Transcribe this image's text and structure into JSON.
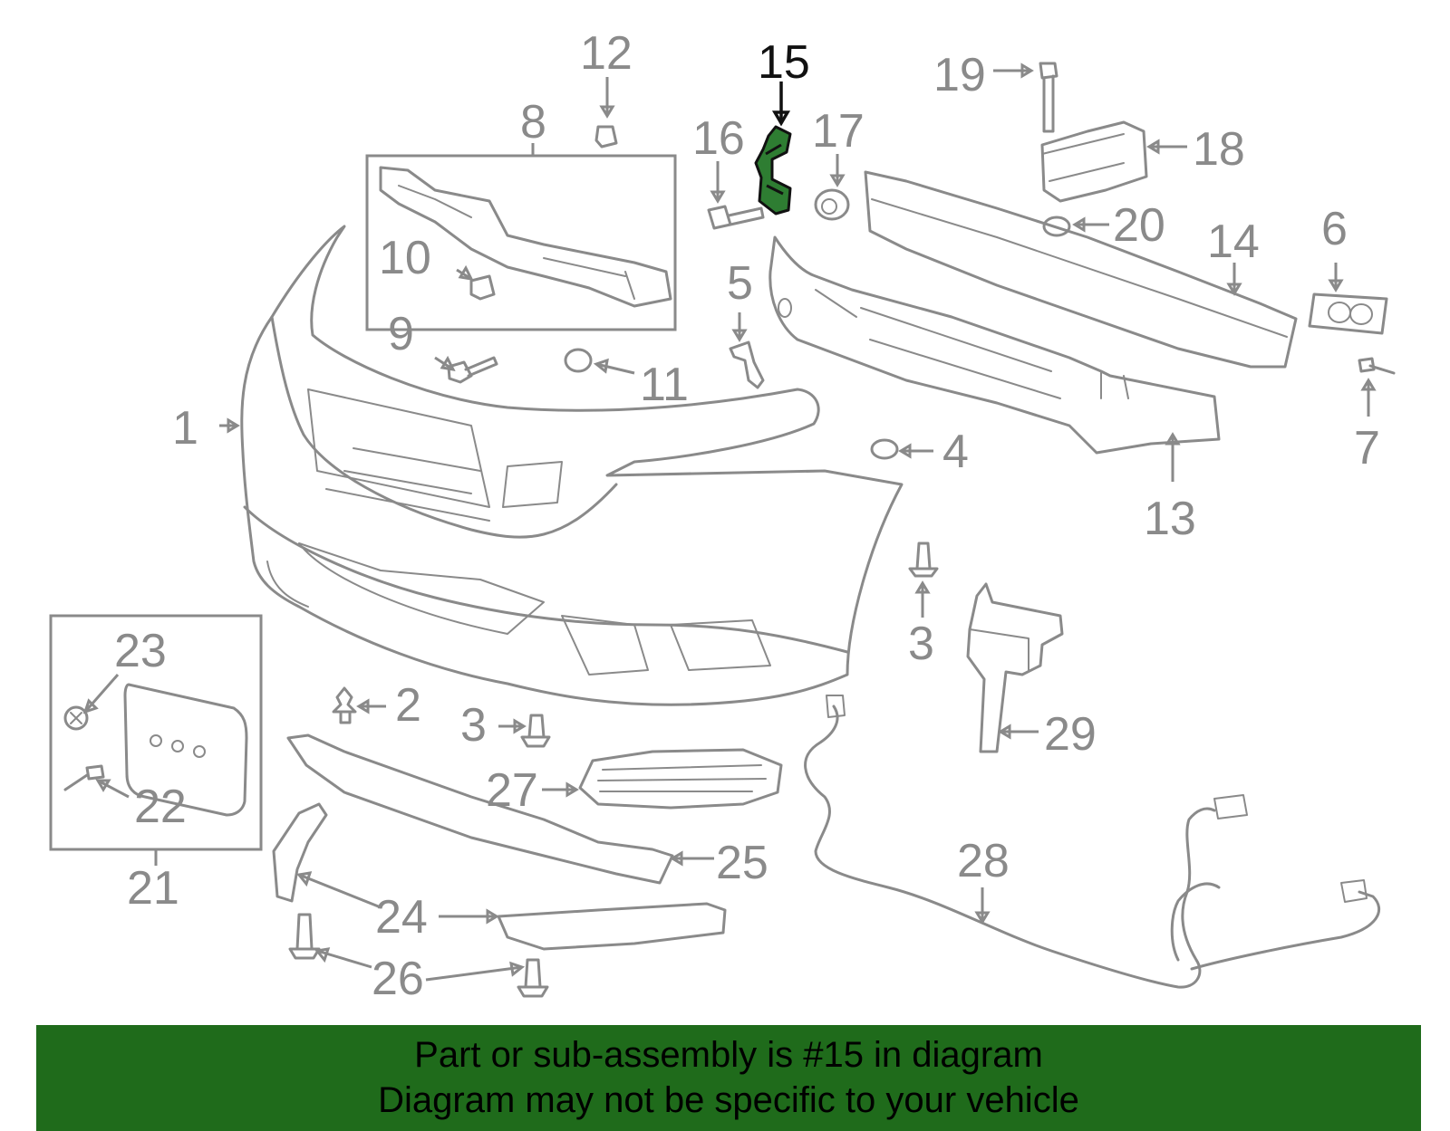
{
  "highlighted_part": "15",
  "colors": {
    "part_stroke": "#8a8a8a",
    "highlight_fill": "#2e7d32",
    "highlight_stroke": "#111111",
    "banner_bg": "#1f6b1b",
    "banner_text": "#000000"
  },
  "callouts": {
    "c1": "1",
    "c2": "2",
    "c3a": "3",
    "c3b": "3",
    "c4": "4",
    "c5": "5",
    "c6": "6",
    "c7": "7",
    "c8": "8",
    "c9": "9",
    "c10": "10",
    "c11": "11",
    "c12": "12",
    "c13": "13",
    "c14": "14",
    "c15": "15",
    "c16": "16",
    "c17": "17",
    "c18": "18",
    "c19": "19",
    "c20": "20",
    "c21": "21",
    "c22": "22",
    "c23": "23",
    "c24": "24",
    "c25": "25",
    "c26": "26",
    "c27": "27",
    "c28": "28",
    "c29": "29"
  },
  "banner": {
    "line1": "Part or sub-assembly is #15 in diagram",
    "line2": "Diagram may not be specific to your vehicle"
  }
}
